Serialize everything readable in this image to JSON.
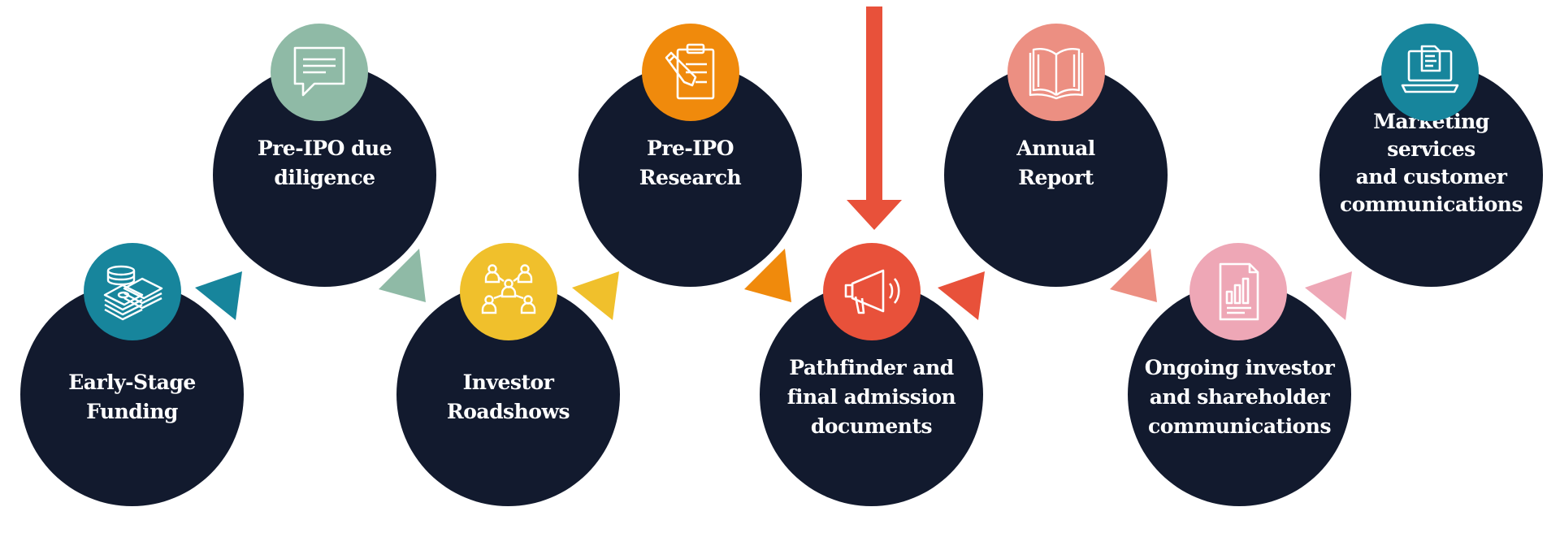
{
  "steps": [
    {
      "label": "Early-Stage\nFunding",
      "icon": "money-stack-icon",
      "color": "#17859c"
    },
    {
      "label": "Pre-IPO due\ndiligence",
      "icon": "chat-bubble-icon",
      "color": "#8fbaa6"
    },
    {
      "label": "Investor\nRoadshows",
      "icon": "people-network-icon",
      "color": "#f0c02c"
    },
    {
      "label": "Pre-IPO\nResearch",
      "icon": "clipboard-pencil-icon",
      "color": "#f08a0c"
    },
    {
      "label": "Pathfinder and\nfinal admission\ndocuments",
      "icon": "megaphone-icon",
      "color": "#e8513a"
    },
    {
      "label": "Annual\nReport",
      "icon": "open-book-icon",
      "color": "#ec8f82"
    },
    {
      "label": "Ongoing investor\nand shareholder\ncommunications",
      "icon": "report-chart-icon",
      "color": "#eea7b6"
    },
    {
      "label": "Marketing\nservices\nand customer\ncommunications",
      "icon": "laptop-document-icon",
      "color": "#17859c"
    }
  ],
  "circle_color": "#121a2e",
  "highlight_arrow_color": "#e8513a"
}
